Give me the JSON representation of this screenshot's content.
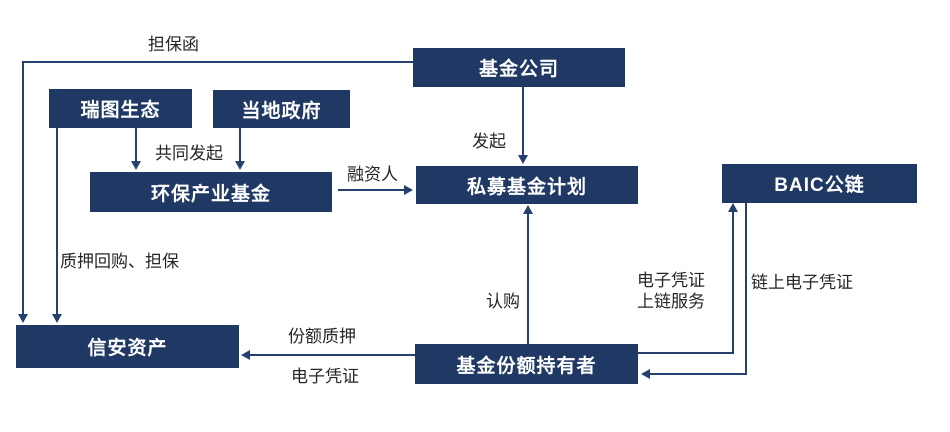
{
  "diagram": {
    "colors": {
      "node_fill": "#1f3864",
      "node_text": "#ffffff",
      "line": "#25406f",
      "label_text": "#262626",
      "background": "#ffffff"
    },
    "nodes": {
      "fund_company": {
        "label": "基金公司"
      },
      "ruitu_ecology": {
        "label": "瑞图生态"
      },
      "local_government": {
        "label": "当地政府"
      },
      "env_industry_fund": {
        "label": "环保产业基金"
      },
      "private_fund_plan": {
        "label": "私募基金计划"
      },
      "baic_chain": {
        "label": "BAIC公链"
      },
      "xinan_assets": {
        "label": "信安资产"
      },
      "fund_share_holders": {
        "label": "基金份额持有者"
      }
    },
    "edge_labels": {
      "guarantee_letter": "担保函",
      "pledge_repurchase_guarantee": "质押回购、担保",
      "joint_initiation": "共同发起",
      "financier": "融资人",
      "initiate": "发起",
      "subscription": "认购",
      "evoucher_onchain_service_line1": "电子凭证",
      "evoucher_onchain_service_line2": "上链服务",
      "onchain_evoucher": "链上电子凭证",
      "share_pledge": "份额质押",
      "evoucher": "电子凭证"
    }
  }
}
